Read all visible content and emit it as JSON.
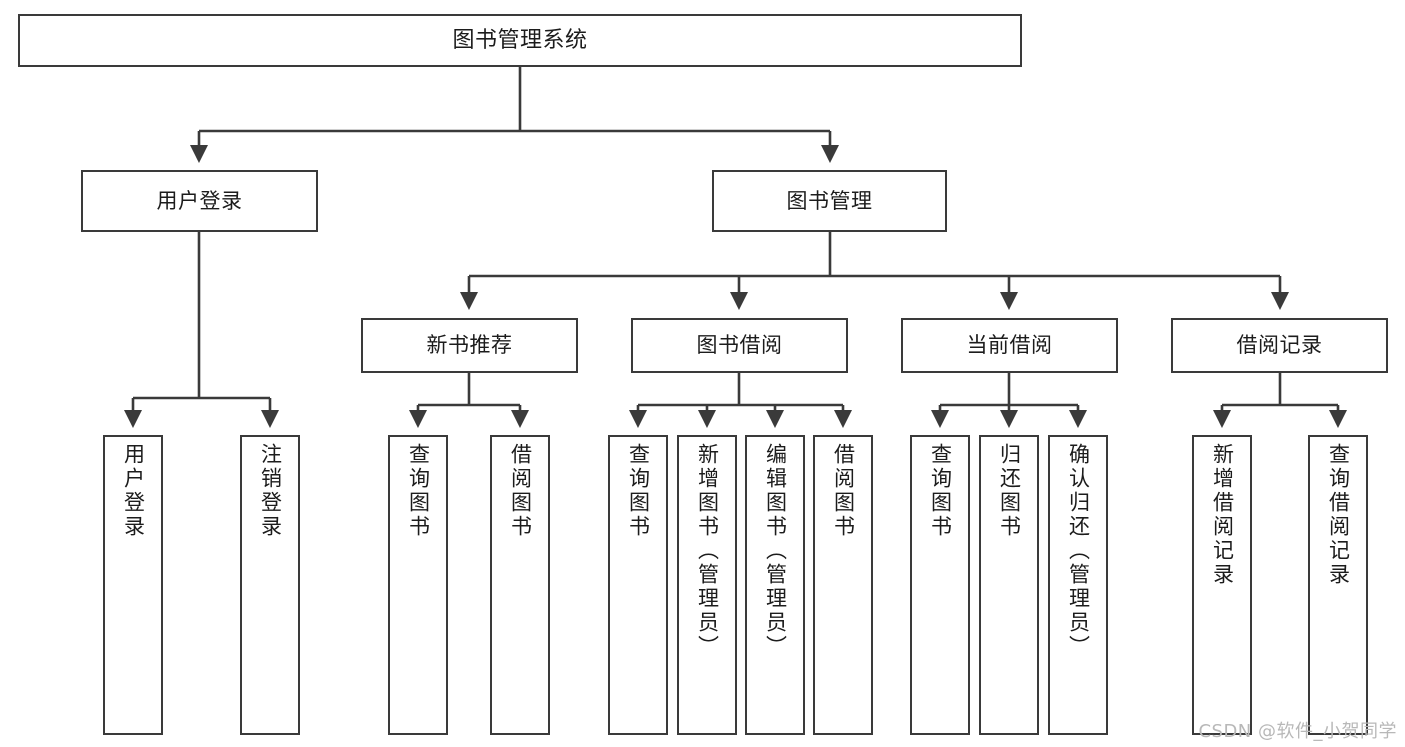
{
  "diagram": {
    "title_text": "图书管理系统",
    "type": "tree-hierarchy-diagram",
    "colors": {
      "box_border": "#3a3a3a",
      "box_fill": "#ffffff",
      "connector": "#3a3a3a",
      "text": "#1c1c1c",
      "watermark": "#b8b8b8",
      "background": "#ffffff"
    },
    "nodes": {
      "root": {
        "label": "图书管理系统"
      },
      "level2": [
        {
          "id": "user-login",
          "label": "用户登录"
        },
        {
          "id": "book-management",
          "label": "图书管理"
        }
      ],
      "level3": [
        {
          "id": "new-book-recommend",
          "label": "新书推荐"
        },
        {
          "id": "book-borrow",
          "label": "图书借阅"
        },
        {
          "id": "current-borrow",
          "label": "当前借阅"
        },
        {
          "id": "borrow-record",
          "label": "借阅记录"
        }
      ],
      "leaves": {
        "user_login": [
          {
            "id": "leaf-user-login",
            "label": "用户登录"
          },
          {
            "id": "leaf-logout-login",
            "label": "注销登录"
          }
        ],
        "new_book_recommend": [
          {
            "id": "leaf-query-book-1",
            "label": "查询图书"
          },
          {
            "id": "leaf-borrow-book-1",
            "label": "借阅图书"
          }
        ],
        "book_borrow": [
          {
            "id": "leaf-query-book-2",
            "label": "查询图书"
          },
          {
            "id": "leaf-add-book",
            "label": "新增图书（管理员）"
          },
          {
            "id": "leaf-edit-book",
            "label": "编辑图书（管理员）"
          },
          {
            "id": "leaf-borrow-book-2",
            "label": "借阅图书"
          }
        ],
        "current_borrow": [
          {
            "id": "leaf-query-book-3",
            "label": "查询图书"
          },
          {
            "id": "leaf-return-book",
            "label": "归还图书"
          },
          {
            "id": "leaf-confirm-return",
            "label": "确认归还（管理员）"
          }
        ],
        "borrow_record": [
          {
            "id": "leaf-add-record",
            "label": "新增借阅记录"
          },
          {
            "id": "leaf-query-record",
            "label": "查询借阅记录"
          }
        ]
      }
    },
    "watermark": "CSDN @软件_小贺同学"
  }
}
